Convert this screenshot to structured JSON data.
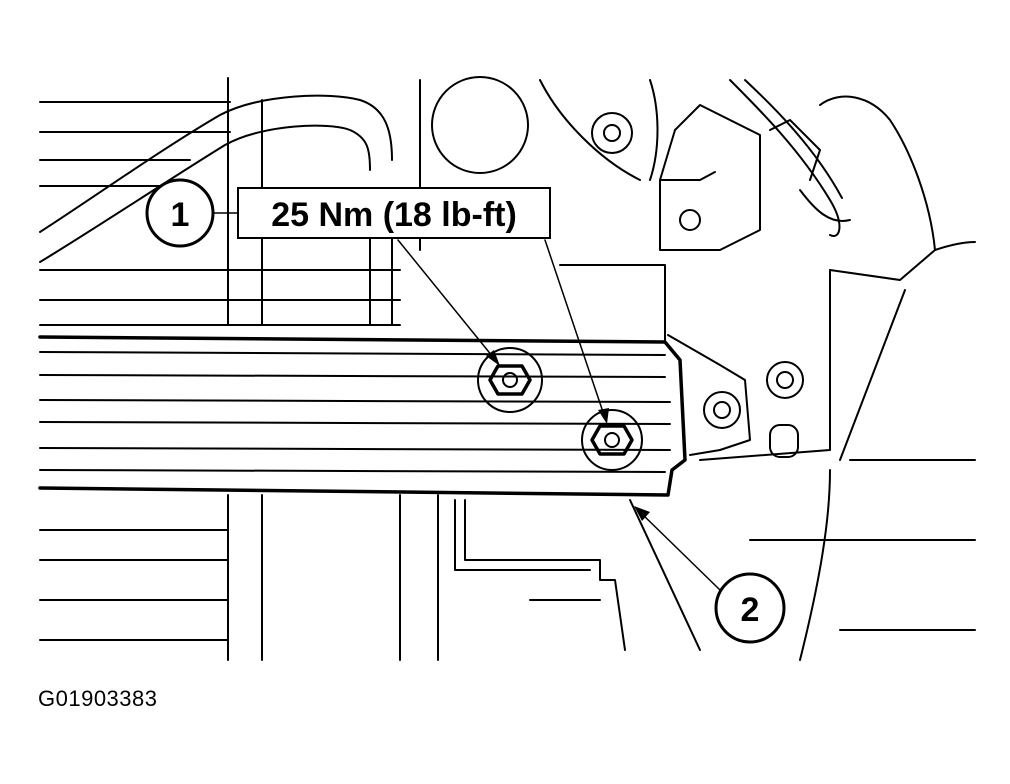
{
  "callouts": [
    {
      "number": "1"
    },
    {
      "number": "2"
    }
  ],
  "torque_spec": "25 Nm (18 lb-ft)",
  "figure_id": "G01903383"
}
